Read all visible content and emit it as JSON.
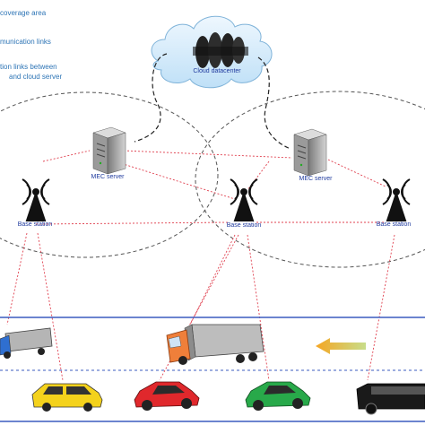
{
  "legend": {
    "line1": "coverage area",
    "line2": "munication links",
    "line3": "tion links between",
    "line4": "and cloud server"
  },
  "labels": {
    "cloud": "Cloud datacenter",
    "mec_left": "MEC server",
    "mec_right": "MEC server",
    "bs_left": "Base station",
    "bs_mid": "Base station",
    "bs_right": "Base station"
  },
  "colors": {
    "link_red": "#e0404f",
    "road_blue": "#3b5bbf",
    "cloud_fill": "#d9ecfa",
    "label_blue": "#1f3a9e",
    "arrow_orange": "#f5a623",
    "arrow_green": "#b9d27a"
  }
}
